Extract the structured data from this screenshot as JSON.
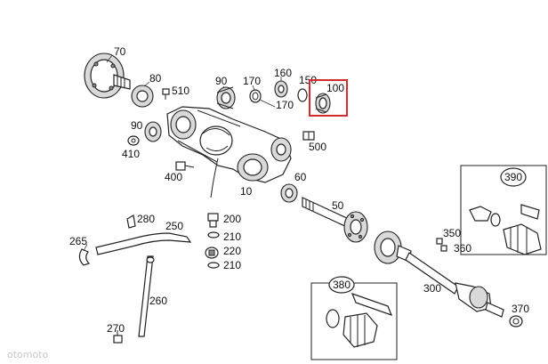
{
  "labels": {
    "p70": "70",
    "p80": "80",
    "p510": "510",
    "p90a": "90",
    "p170a": "170",
    "p160": "160",
    "p150": "150",
    "p100": "100",
    "p170b": "170",
    "p500": "500",
    "p90b": "90",
    "p410": "410",
    "p400": "400",
    "p10": "10",
    "p60": "60",
    "p50": "50",
    "p390": "390",
    "p280": "280",
    "p250": "250",
    "p200": "200",
    "p210a": "210",
    "p220": "220",
    "p210b": "210",
    "p265": "265",
    "p260": "260",
    "p270": "270",
    "p350": "350",
    "p360": "360",
    "p300": "300",
    "p380": "380",
    "p370": "370"
  },
  "highlight": {
    "part": "100",
    "color": "#d12b2b"
  },
  "watermark": "otomoto"
}
